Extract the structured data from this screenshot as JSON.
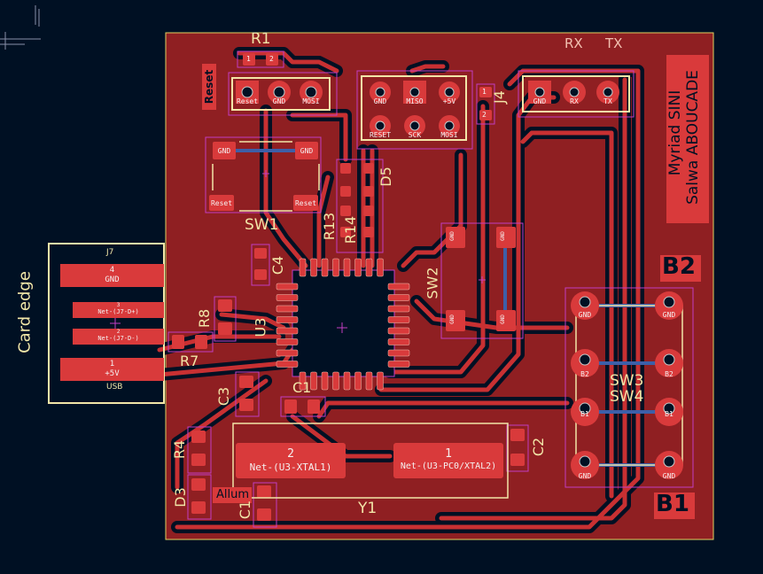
{
  "board": {
    "card_edge_label": "Card edge",
    "author_line1": "Myriad SINI",
    "author_line2": "Salwa ABOUCADE",
    "big_labels": {
      "b2": "B2",
      "b1": "B1"
    }
  },
  "colors": {
    "background": "#001023",
    "copper_fill": "#8f1f22",
    "copper_trace": "#c83032",
    "pad": "#d93a3b",
    "silk": "#f2e6a8",
    "courtyard": "#c23ec2",
    "via_ring": "#c8c8c8",
    "back_trace": "#3d5fa8",
    "edge_cuts": "#e0d060"
  },
  "components": {
    "r1": {
      "ref": "R1",
      "p1": "1",
      "p2": "2"
    },
    "reset_header": {
      "silk": "Reset",
      "pins": [
        "Reset",
        "GND",
        "MOSI"
      ]
    },
    "isp_header": {
      "pins_top": [
        "GND",
        "MISO",
        "+5V"
      ],
      "pins_bottom": [
        "RESET",
        "SCK",
        "MOSI"
      ]
    },
    "j4": {
      "ref": "J4",
      "pads": [
        "1",
        "2"
      ]
    },
    "serial_header": {
      "rx": "RX",
      "tx": "TX",
      "pins": [
        "GND",
        "RX",
        "TX"
      ]
    },
    "sw1": {
      "ref": "SW1",
      "pads_top": [
        "GND",
        "GND"
      ],
      "pads_bottom": [
        "Reset",
        "Reset"
      ]
    },
    "d5": {
      "ref": "D5"
    },
    "r13": {
      "ref": "R13"
    },
    "r14": {
      "ref": "R14"
    },
    "c4": {
      "ref": "C4"
    },
    "sw2": {
      "ref": "SW2",
      "pads": [
        "GND",
        "GND",
        "GND",
        "GND"
      ]
    },
    "j7": {
      "ref": "J7",
      "footer": "USB",
      "pads": [
        {
          "num": "4",
          "net": "GND"
        },
        {
          "num": "3",
          "net": "Net-(J7-D+)"
        },
        {
          "num": "2",
          "net": "Net-(J7-D-)"
        },
        {
          "num": "1",
          "net": "+5V"
        }
      ]
    },
    "r8": {
      "ref": "R8"
    },
    "r7": {
      "ref": "R7"
    },
    "u3": {
      "ref": "U3"
    },
    "c3": {
      "ref": "C3"
    },
    "c1": {
      "ref": "C1"
    },
    "c2": {
      "ref": "C2"
    },
    "r4": {
      "ref": "R4"
    },
    "d3": {
      "ref": "D3"
    },
    "allum": {
      "label": "Allum"
    },
    "y1": {
      "ref": "Y1",
      "pad2_num": "2",
      "pad2_net": "Net-(U3-XTAL1)",
      "pad1_num": "1",
      "pad1_net": "Net-(U3-PC0/XTAL2)"
    },
    "sw3": {
      "ref": "SW3",
      "pads_top": [
        "GND",
        "GND"
      ],
      "pads_mid": [
        "B2",
        "B2"
      ]
    },
    "sw4": {
      "ref": "SW4",
      "pads_mid": [
        "B1",
        "B1"
      ],
      "pads_bottom": [
        "GND",
        "GND"
      ]
    }
  }
}
